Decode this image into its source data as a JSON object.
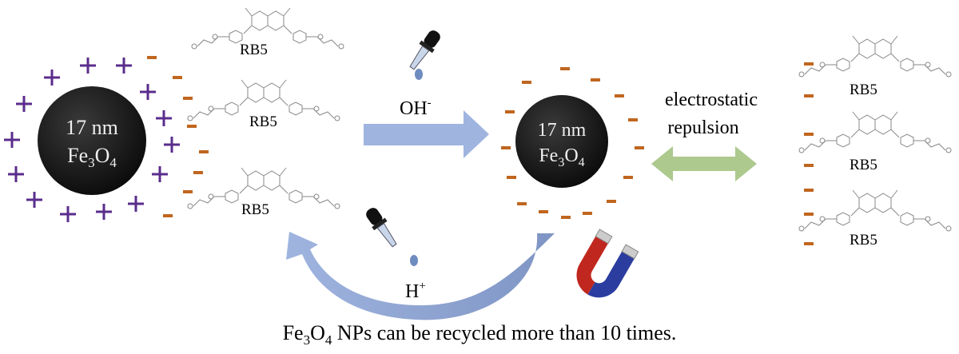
{
  "particles": {
    "left": {
      "size": "17 nm",
      "formula_main": "Fe",
      "formula_sub1": "3",
      "formula_o": "O",
      "formula_sub2": "4"
    },
    "middle": {
      "size": "17 nm",
      "formula_main": "Fe",
      "formula_sub1": "3",
      "formula_o": "O",
      "formula_sub2": "4"
    }
  },
  "dye_label": "RB5",
  "steps": {
    "base_main": "OH",
    "base_sup": "-",
    "acid_main": "H",
    "acid_sup": "+"
  },
  "repulsion": {
    "line1": "electrostatic",
    "line2": "repulsion"
  },
  "caption": {
    "pre": "Fe",
    "sub1": "3",
    "o": "O",
    "sub2": "4",
    "post": " NPs can be recycled more than 10 times."
  },
  "colors": {
    "positive": "#5a2d8c",
    "negative": "#c0661f",
    "blue_arrow": "#9fb4df",
    "green_arrow": "#adc98e",
    "particle": "#111111"
  }
}
